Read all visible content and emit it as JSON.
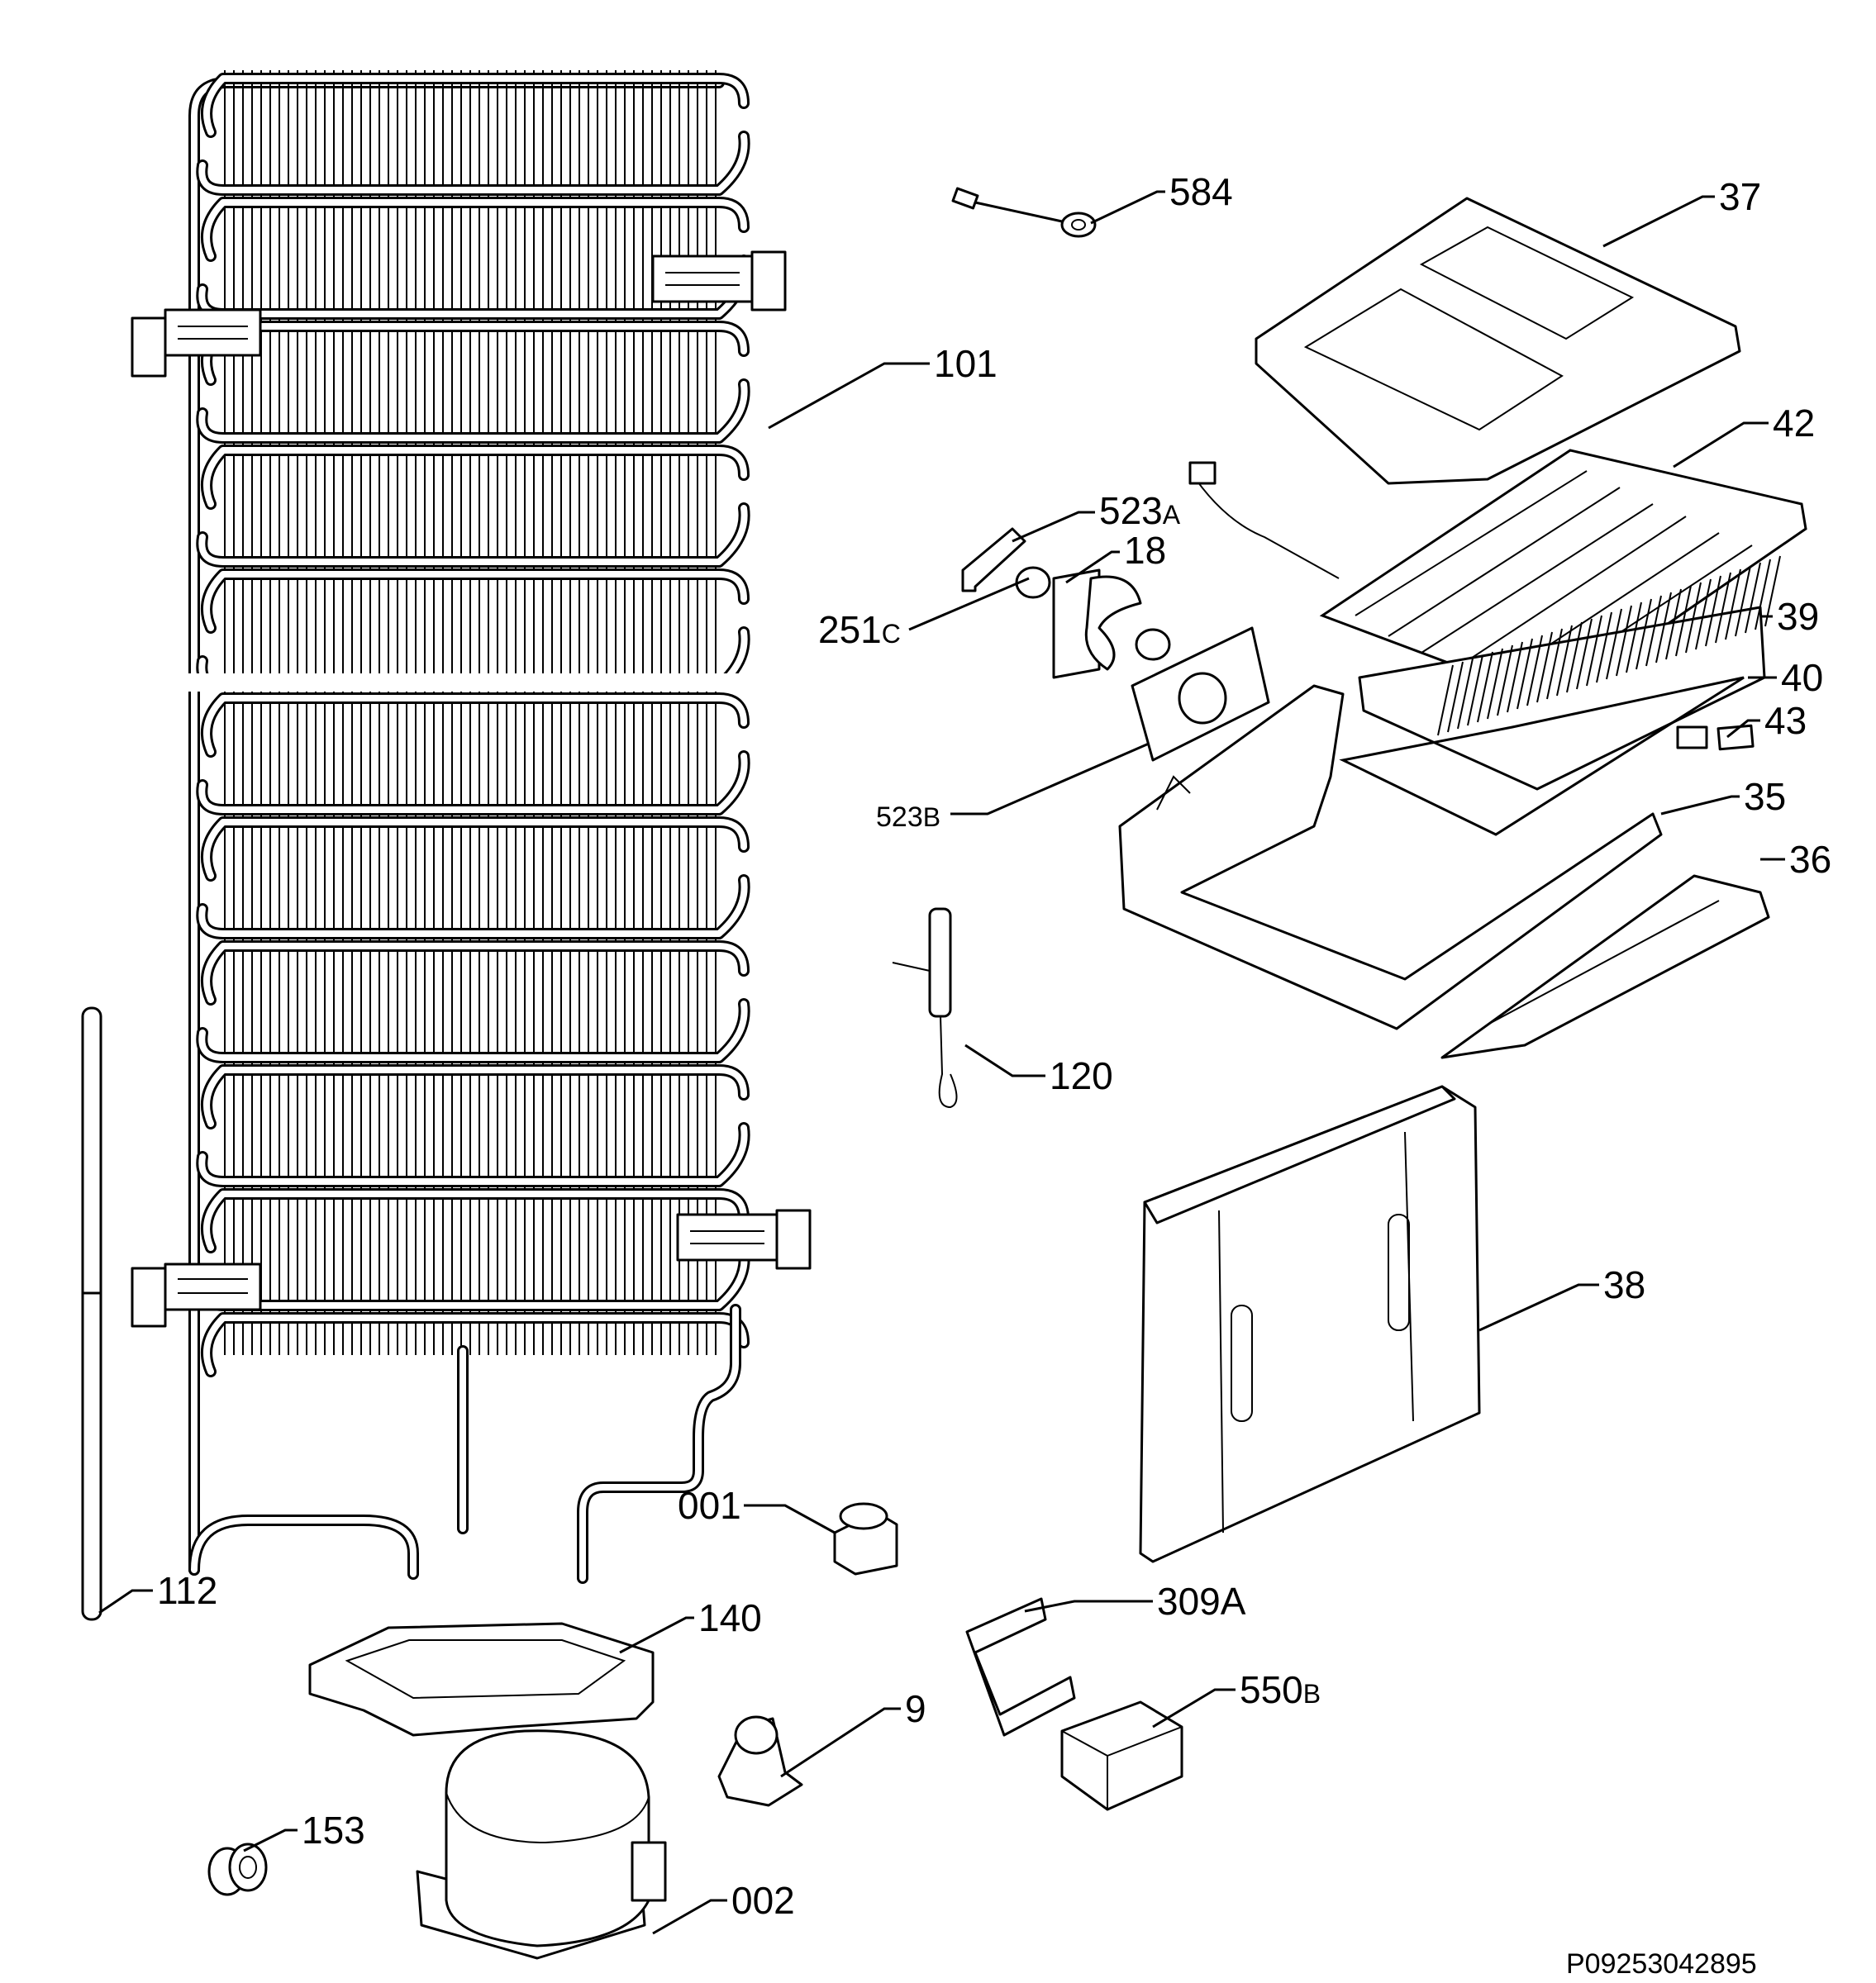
{
  "diagram": {
    "reference": "P09253042895",
    "callouts": [
      {
        "id": "584",
        "text": "584",
        "suffix": ""
      },
      {
        "id": "37",
        "text": "37",
        "suffix": ""
      },
      {
        "id": "101",
        "text": "101",
        "suffix": ""
      },
      {
        "id": "42",
        "text": "42",
        "suffix": ""
      },
      {
        "id": "523a",
        "text": "523",
        "suffix": "A"
      },
      {
        "id": "18",
        "text": "18",
        "suffix": ""
      },
      {
        "id": "251c",
        "text": "251",
        "suffix": "C"
      },
      {
        "id": "39",
        "text": "39",
        "suffix": ""
      },
      {
        "id": "40",
        "text": "40",
        "suffix": ""
      },
      {
        "id": "43",
        "text": "43",
        "suffix": ""
      },
      {
        "id": "523b",
        "text": "523",
        "suffix": "B"
      },
      {
        "id": "35",
        "text": "35",
        "suffix": ""
      },
      {
        "id": "36",
        "text": "36",
        "suffix": ""
      },
      {
        "id": "120",
        "text": "120",
        "suffix": ""
      },
      {
        "id": "38",
        "text": "38",
        "suffix": ""
      },
      {
        "id": "001",
        "text": "001",
        "suffix": ""
      },
      {
        "id": "112",
        "text": "112",
        "suffix": ""
      },
      {
        "id": "140",
        "text": "140",
        "suffix": ""
      },
      {
        "id": "309a",
        "text": "309A",
        "suffix": ""
      },
      {
        "id": "550b",
        "text": "550",
        "suffix": "B"
      },
      {
        "id": "9",
        "text": "9",
        "suffix": ""
      },
      {
        "id": "153",
        "text": "153",
        "suffix": ""
      },
      {
        "id": "002",
        "text": "002",
        "suffix": ""
      }
    ]
  }
}
